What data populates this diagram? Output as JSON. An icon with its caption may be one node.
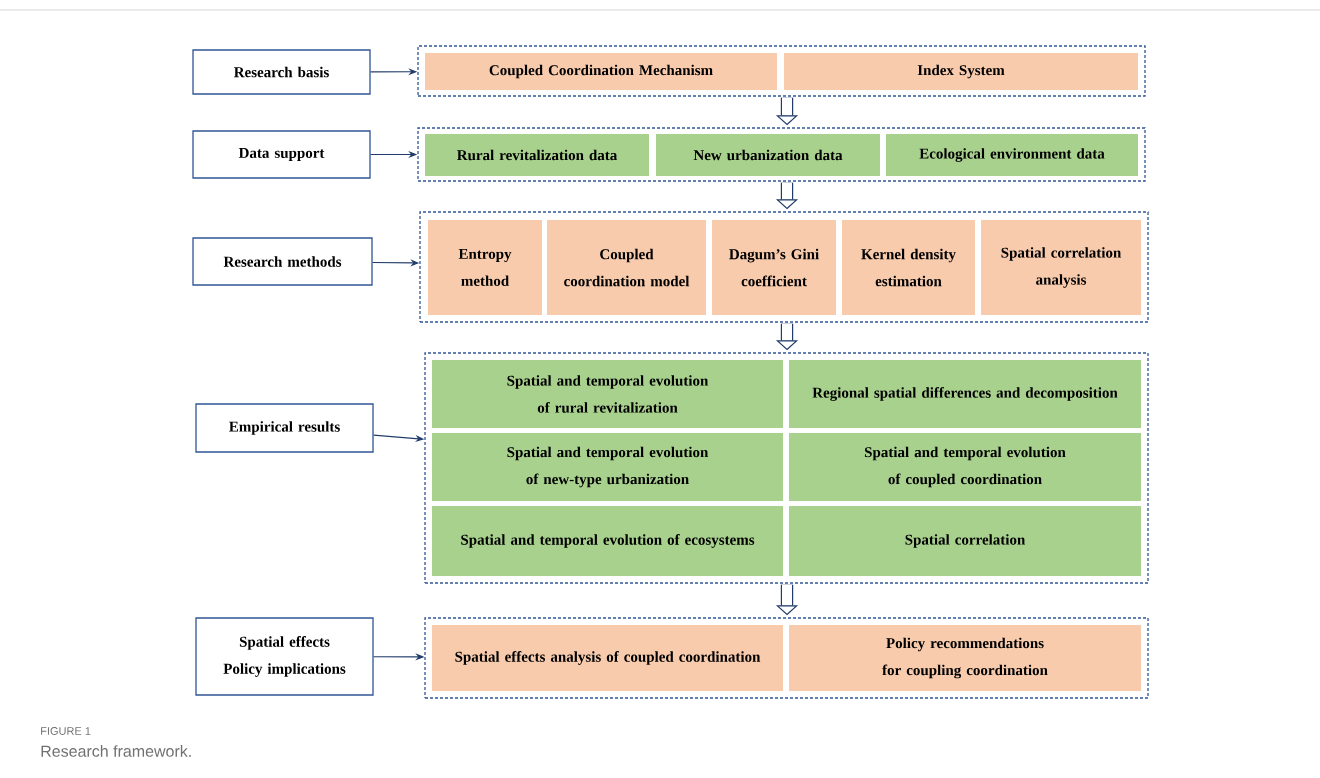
{
  "diagram": {
    "caption": "Research framework.",
    "nodes": [
      {
        "text": [
          "Research basis"
        ]
      },
      {
        "text": [],
        "shape": "box"
      },
      {
        "text": [
          "Coupled Coordination Mechanism"
        ],
        "in": 1
      },
      {
        "text": [
          "Index System"
        ],
        "in": 1
      },
      {
        "text": [
          "Data support"
        ]
      },
      {
        "text": [],
        "shape": "box"
      },
      {
        "text": [
          "Rural revitalization data"
        ],
        "in": 5
      },
      {
        "text": [
          "New urbanization data"
        ],
        "in": 5
      },
      {
        "text": [
          "Ecological environment data"
        ],
        "in": 5
      },
      {
        "text": [
          "Research methods"
        ]
      },
      {
        "text": [],
        "shape": "box"
      },
      {
        "text": [
          "Entropy method"
        ],
        "in": 10
      },
      {
        "text": [
          "Coupled coordination model"
        ],
        "in": 10
      },
      {
        "text": [
          "Dagum’s Gini coefficient"
        ],
        "in": 10
      },
      {
        "text": [
          "Kernel density estimation"
        ],
        "in": 10
      },
      {
        "text": [
          "Spatial correlation analysis"
        ],
        "in": 10
      },
      {
        "text": [
          "Empirical results"
        ]
      },
      {
        "text": [],
        "shape": "box"
      },
      {
        "text": [
          "Spatial and temporal evolution of rural revitalization"
        ],
        "in": 17
      },
      {
        "text": [
          "Regional spatial differences and decomposition"
        ],
        "in": 17
      },
      {
        "text": [
          "Spatial and temporal evolution of new-type urbanization"
        ],
        "in": 17
      },
      {
        "text": [
          "Spatial and temporal evolution of coupled coordination"
        ],
        "in": 17
      },
      {
        "text": [
          "Spatial and temporal evolution of ecosystems"
        ],
        "in": 17
      },
      {
        "text": [
          "Spatial correlation"
        ],
        "in": 17
      },
      {
        "text": [
          "Spatial effects Policy implications"
        ]
      },
      {
        "text": [],
        "shape": "box"
      },
      {
        "text": [
          "Spatial effects analysis of coupled coordination"
        ],
        "in": 25
      },
      {
        "text": [
          "Policy recommendations for coupling coordination"
        ],
        "in": 25
      }
    ],
    "edges": [
      {
        "from": 0,
        "to": 1,
        "arrow": "to"
      },
      {
        "from": 4,
        "to": 5,
        "arrow": "to"
      },
      {
        "from": 9,
        "to": 10,
        "arrow": "to"
      },
      {
        "from": 16,
        "to": 17,
        "arrow": "to"
      },
      {
        "from": 24,
        "to": 25,
        "arrow": "to"
      },
      {
        "from": 1,
        "to": 5,
        "arrow": "to",
        "style": "thick"
      },
      {
        "from": 5,
        "to": 10,
        "arrow": "to",
        "style": "thick"
      },
      {
        "from": 10,
        "to": 17,
        "arrow": "to",
        "style": "thick"
      },
      {
        "from": 17,
        "to": 25,
        "arrow": "to",
        "style": "thick"
      }
    ],
    "labels": [
      "FIGURE 1"
    ]
  }
}
